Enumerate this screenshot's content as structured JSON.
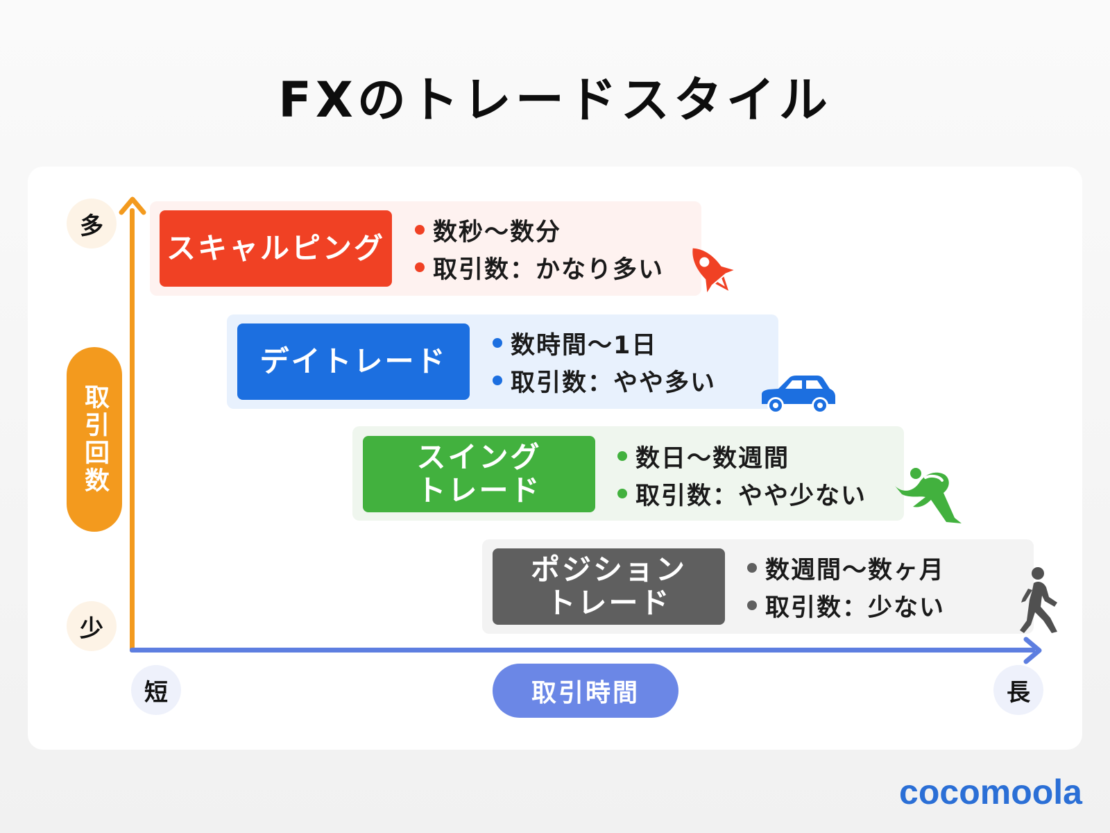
{
  "title": "FXのトレードスタイル",
  "y_axis": {
    "label": "取引回数",
    "high": "多",
    "low": "少",
    "color": "#f39a1e"
  },
  "x_axis": {
    "label": "取引時間",
    "short": "短",
    "long": "長",
    "color": "#5d7ee0"
  },
  "styles": [
    {
      "name": "スキャルピング",
      "color": "#f04124",
      "bg": "#fef2f0",
      "bullets": [
        "数秒〜数分",
        "取引数：かなり多い"
      ],
      "icon": "rocket-icon"
    },
    {
      "name": "デイトレード",
      "color": "#1c6fe0",
      "bg": "#e8f1fd",
      "bullets": [
        "数時間〜1日",
        "取引数：やや多い"
      ],
      "icon": "car-icon"
    },
    {
      "name": "スイング\nトレード",
      "color": "#42b13e",
      "bg": "#eff6ee",
      "bullets": [
        "数日〜数週間",
        "取引数：やや少ない"
      ],
      "icon": "runner-icon"
    },
    {
      "name": "ポジション\nトレード",
      "color": "#5f5f5f",
      "bg": "#f3f3f3",
      "bullets": [
        "数週間〜数ヶ月",
        "取引数：少ない"
      ],
      "icon": "walker-icon"
    }
  ],
  "logo": "cocomoola"
}
